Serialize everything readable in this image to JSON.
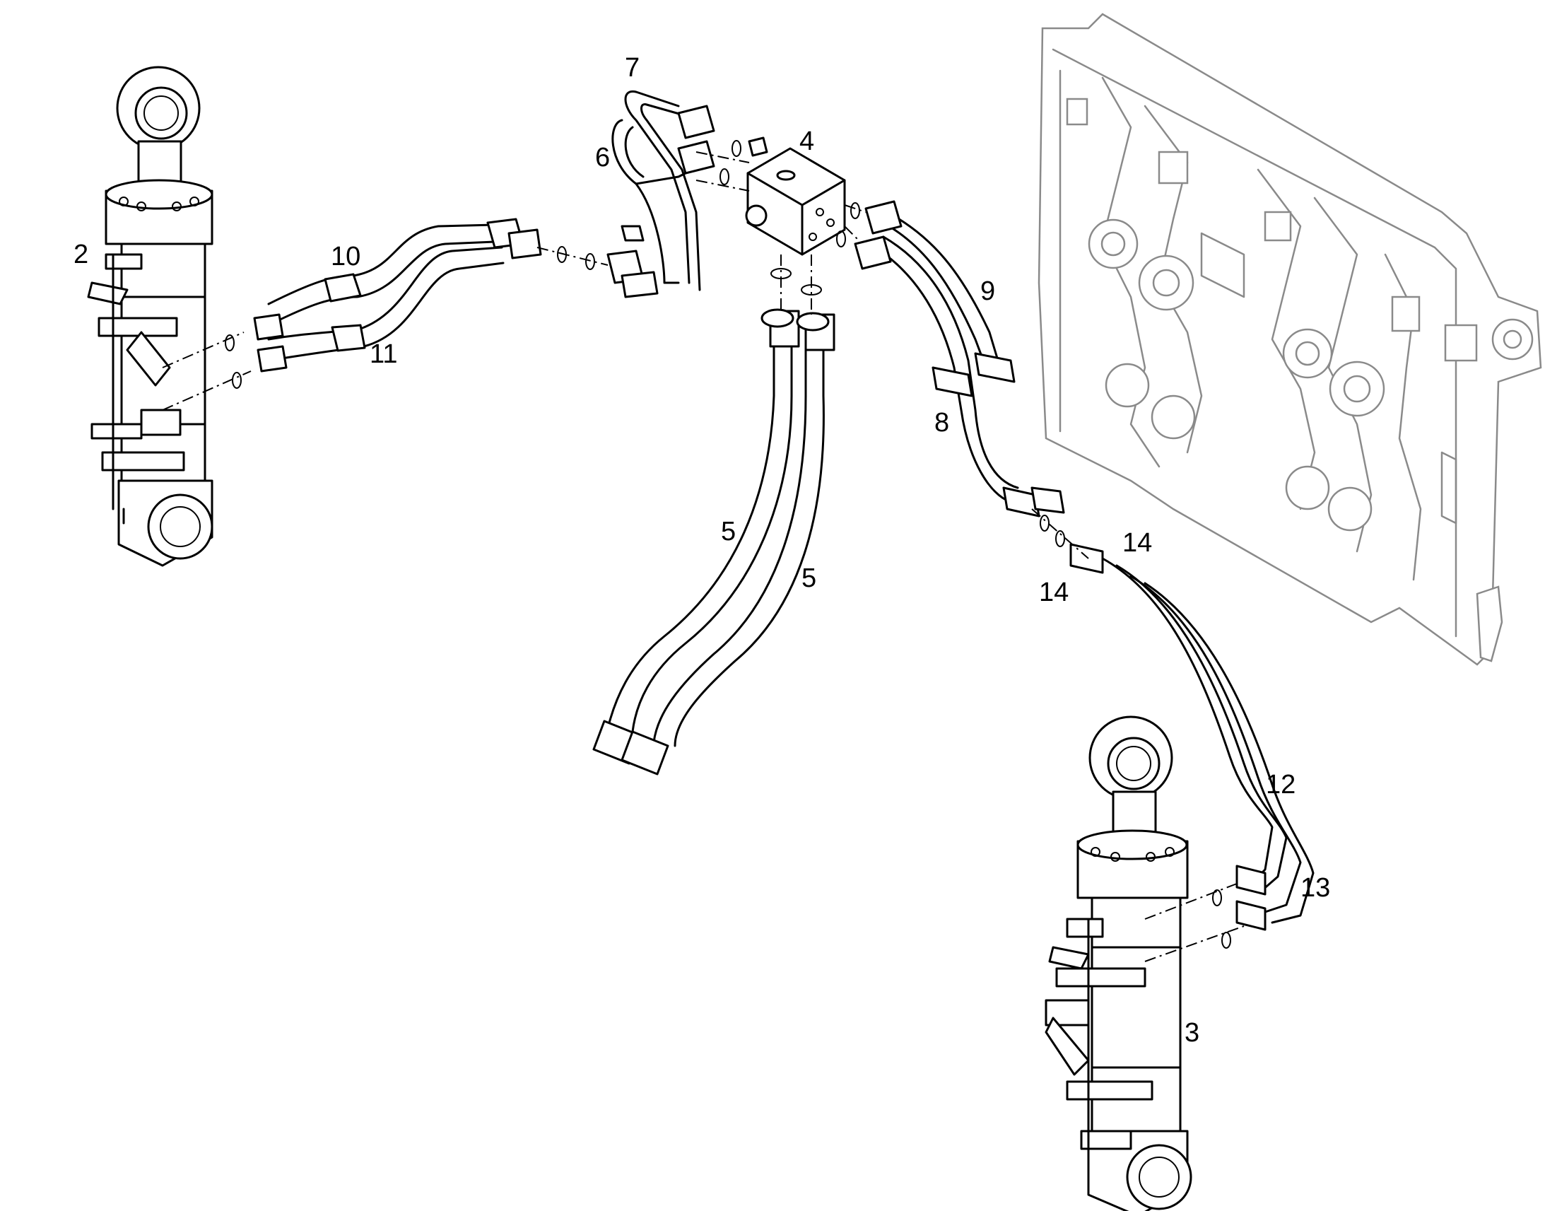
{
  "callouts": [
    {
      "id": "c2",
      "text": "2"
    },
    {
      "id": "c3",
      "text": "3"
    },
    {
      "id": "c4",
      "text": "4"
    },
    {
      "id": "c5a",
      "text": "5"
    },
    {
      "id": "c5b",
      "text": "5"
    },
    {
      "id": "c6",
      "text": "6"
    },
    {
      "id": "c7",
      "text": "7"
    },
    {
      "id": "c8",
      "text": "8"
    },
    {
      "id": "c9",
      "text": "9"
    },
    {
      "id": "c10",
      "text": "10"
    },
    {
      "id": "c11",
      "text": "11"
    },
    {
      "id": "c12",
      "text": "12"
    },
    {
      "id": "c13",
      "text": "13"
    },
    {
      "id": "c14a",
      "text": "14"
    },
    {
      "id": "c14b",
      "text": "14"
    }
  ],
  "colors": {
    "line": "#000000",
    "frame": "#8a8a8a",
    "background": "#ffffff"
  }
}
